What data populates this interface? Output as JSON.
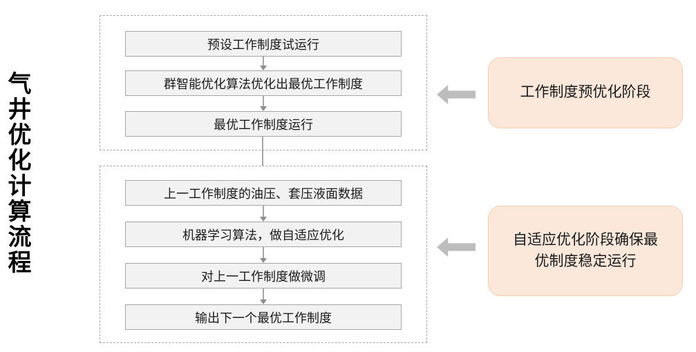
{
  "title": "气井优化计算流程",
  "flow": {
    "stage1": {
      "steps": [
        "预设工作制度试运行",
        "群智能优化算法优化出最优工作制度",
        "最优工作制度运行"
      ]
    },
    "stage2": {
      "steps": [
        "上一工作制度的油压、套压液面数据",
        "机器学习算法，做自适应优化",
        "对上一工作制度做微调",
        "输出下一个最优工作制度"
      ]
    }
  },
  "callouts": {
    "stage1_label": "工作制度预优化阶段",
    "stage2_label": "自适应优化阶段确保最优制度稳定运行"
  },
  "colors": {
    "peach_fill": "#FBE8DB",
    "peach_border": "#F6CDB0",
    "box_fill": "#F2F2F2",
    "box_border": "#A6A6A6",
    "dashed_border": "#A6A6A6",
    "connector_arrow": "#8C8C8C",
    "block_arrow": "#BDBDBD",
    "text": "#1A1A1A"
  }
}
